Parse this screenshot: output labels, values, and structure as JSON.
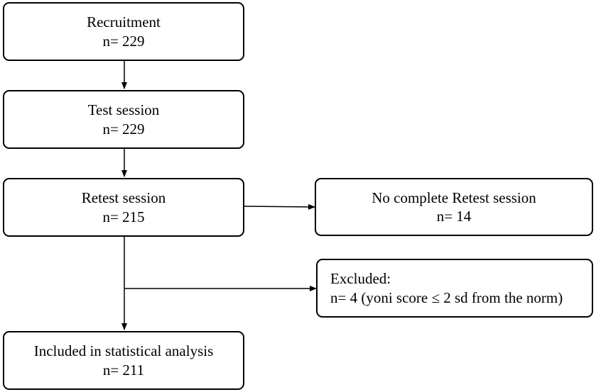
{
  "boxes": {
    "recruitment": {
      "title": "Recruitment",
      "count": "n= 229"
    },
    "test_session": {
      "title": "Test session",
      "count": "n= 229"
    },
    "retest_session": {
      "title": "Retest session",
      "count": "n= 215"
    },
    "no_complete_retest": {
      "title": "No complete Retest session",
      "count": "n= 14"
    },
    "excluded": {
      "title": "Excluded:",
      "count": "n= 4 (yoni score ≤ 2 sd from the norm)"
    },
    "included": {
      "title": "Included in statistical analysis",
      "count": "n= 211"
    }
  },
  "colors": {
    "stroke": "#000000",
    "background": "#ffffff"
  }
}
